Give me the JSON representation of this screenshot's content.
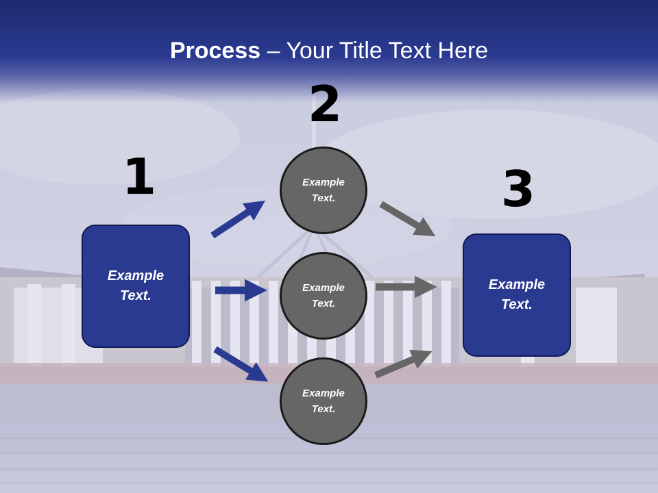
{
  "title": {
    "bold": "Process",
    "rest": " – Your Title Text Here"
  },
  "steps": {
    "one": {
      "number": "1",
      "text": "Example\nText."
    },
    "two": {
      "number": "2",
      "circles": [
        "Example\nText.",
        "Example\nText.",
        "Example\nText."
      ]
    },
    "three": {
      "number": "3",
      "text": "Example\nText."
    }
  },
  "colors": {
    "header": "#2b3a91",
    "box": "#2b3a91",
    "blue_arrow": "#2b3a91",
    "gray_arrow": "#666666",
    "circle": "#666666"
  }
}
